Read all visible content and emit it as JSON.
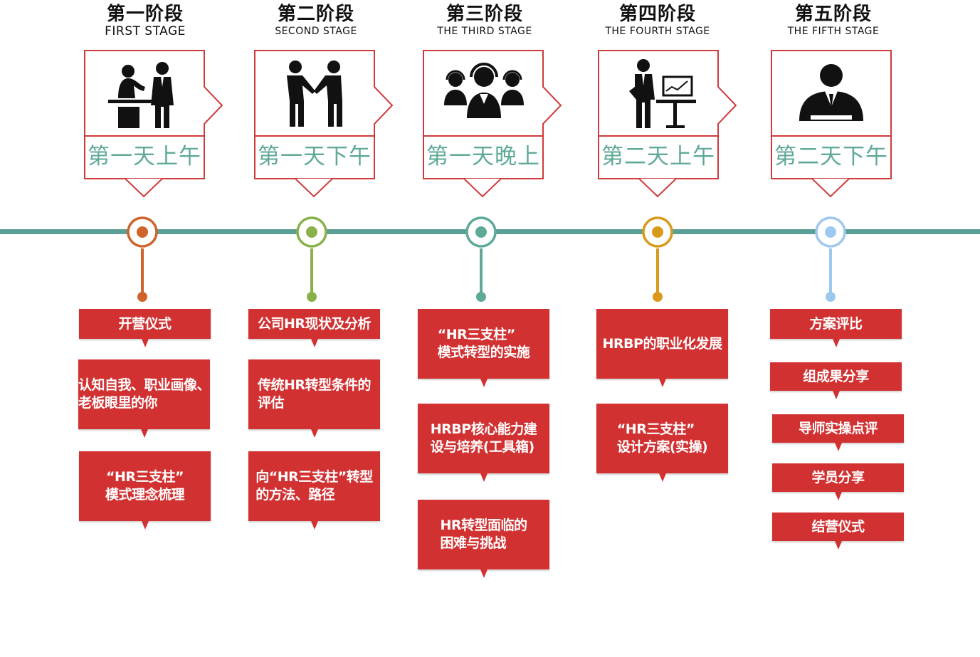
{
  "colors": {
    "card_border": "#cf3b3b",
    "day_text": "#5fa999",
    "timeline": "#5c9f95",
    "box": "#d23132",
    "node_1": "#d0622b",
    "node_2": "#8ab04a",
    "node_3": "#5fa999",
    "node_4": "#d99a1c",
    "node_5": "#9dc9ef"
  },
  "stages": [
    {
      "title_cn": "第一阶段",
      "title_en": "FIRST STAGE",
      "day": "第一天上午",
      "icon": "reception-desk-icon",
      "items": [
        "开营仪式",
        "认知自我、职业画像、\n老板眼里的你",
        "“HR三支柱”\n模式理念梳理"
      ]
    },
    {
      "title_cn": "第二阶段",
      "title_en": "SECOND STAGE",
      "day": "第一天下午",
      "icon": "handshake-icon",
      "items": [
        "公司HR现状及分析",
        "传统HR转型条件的\n评估",
        "向“HR三支柱”转型\n的方法、路径"
      ]
    },
    {
      "title_cn": "第三阶段",
      "title_en": "THE THIRD STAGE",
      "day": "第一天晚上",
      "icon": "call-center-team-icon",
      "items": [
        "“HR三支柱”\n模式转型的实施",
        "HRBP核心能力建\n设与培养(工具箱)",
        "HR转型面临的\n困难与挑战"
      ]
    },
    {
      "title_cn": "第四阶段",
      "title_en": "THE FOURTH STAGE",
      "day": "第二天上午",
      "icon": "presentation-icon",
      "items": [
        "HRBP的职业化发展",
        "“HR三支柱”\n设计方案(实操)"
      ]
    },
    {
      "title_cn": "第五阶段",
      "title_en": "THE FIFTH STAGE",
      "day": "第二天下午",
      "icon": "businessman-icon",
      "items": [
        "方案评比",
        "组成果分享",
        "导师实操点评",
        "学员分享",
        "结营仪式"
      ]
    }
  ]
}
